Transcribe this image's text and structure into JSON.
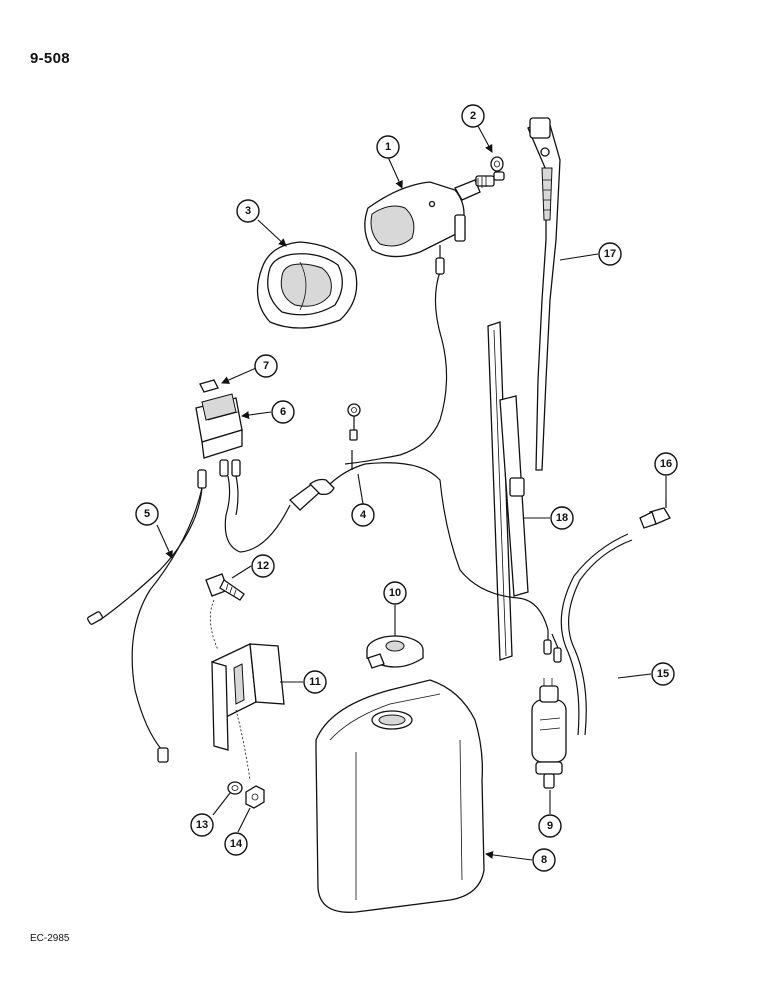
{
  "page_number": "9-508",
  "drawing_code": "EC-2985",
  "callouts": [
    {
      "label": "1"
    },
    {
      "label": "2"
    },
    {
      "label": "3"
    },
    {
      "label": "4"
    },
    {
      "label": "5"
    },
    {
      "label": "6"
    },
    {
      "label": "7"
    },
    {
      "label": "8"
    },
    {
      "label": "9"
    },
    {
      "label": "10"
    },
    {
      "label": "11"
    },
    {
      "label": "12"
    },
    {
      "label": "13"
    },
    {
      "label": "14"
    },
    {
      "label": "15"
    },
    {
      "label": "16"
    },
    {
      "label": "17"
    },
    {
      "label": "18"
    }
  ]
}
